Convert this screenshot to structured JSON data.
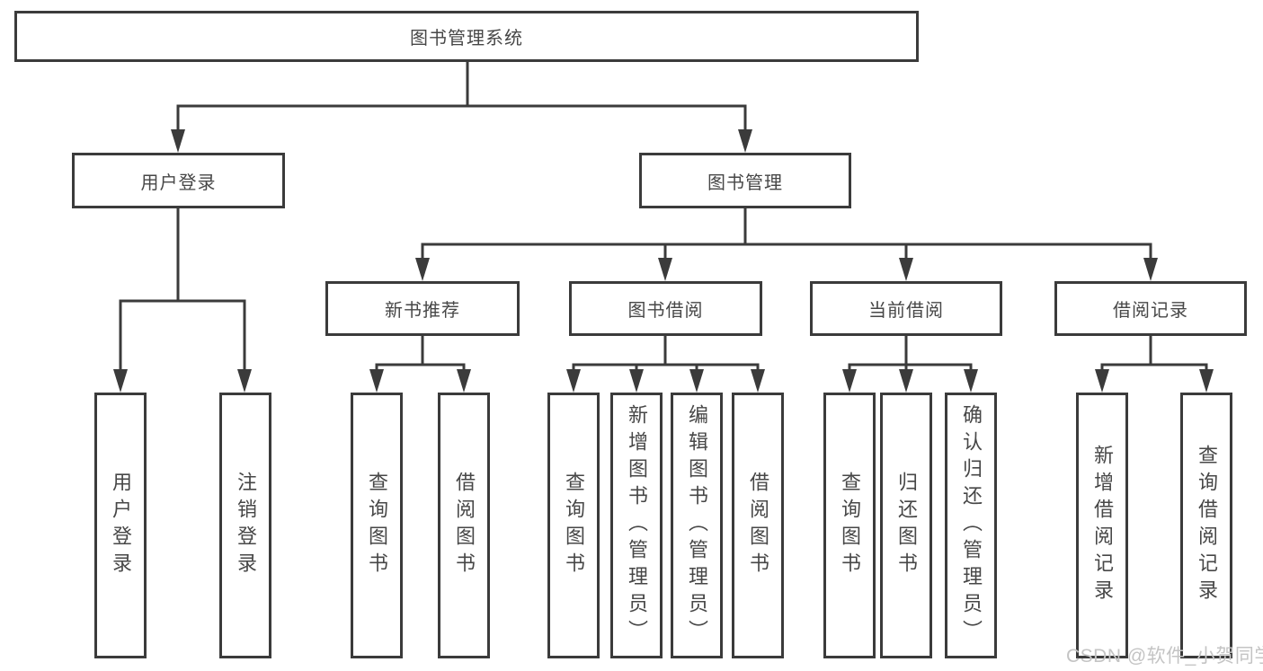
{
  "diagram_title": "图书管理系统",
  "colors": {
    "line": "#3b3b3b",
    "box_border": "#3b3b3b",
    "box_background": "#ffffff",
    "text": "#474747",
    "watermark_text": "#c4c4c4",
    "page_background": "#ffffff"
  },
  "tree": {
    "root": {
      "label": "图书管理系统",
      "children": [
        {
          "label": "用户登录",
          "children": [
            {
              "label": "用户登录"
            },
            {
              "label": "注销登录"
            }
          ]
        },
        {
          "label": "图书管理",
          "children": [
            {
              "label": "新书推荐",
              "children": [
                {
                  "label": "查询图书"
                },
                {
                  "label": "借阅图书"
                }
              ]
            },
            {
              "label": "图书借阅",
              "children": [
                {
                  "label": "查询图书"
                },
                {
                  "label": "新增图书（管理员）"
                },
                {
                  "label": "编辑图书（管理员）"
                },
                {
                  "label": "借阅图书"
                }
              ]
            },
            {
              "label": "当前借阅",
              "children": [
                {
                  "label": "查询图书"
                },
                {
                  "label": "归还图书"
                },
                {
                  "label": "确认归还（管理员）"
                }
              ]
            },
            {
              "label": "借阅记录",
              "children": [
                {
                  "label": "新增借阅记录"
                },
                {
                  "label": "查询借阅记录"
                }
              ]
            }
          ]
        }
      ]
    }
  },
  "watermark": {
    "text": "CSDN @软件_小贺同学"
  }
}
